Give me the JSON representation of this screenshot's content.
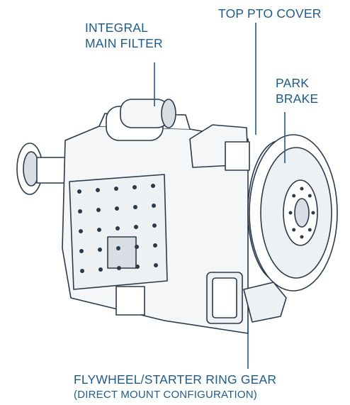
{
  "labels": {
    "integral_main_filter": [
      "INTEGRAL",
      "MAIN FILTER"
    ],
    "top_pto_cover": "TOP PTO COVER",
    "park_brake": [
      "PARK",
      "BRAKE"
    ],
    "flywheel": "FLYWHEEL/STARTER RING GEAR",
    "flywheel_sub": "(DIRECT MOUNT CONFIGURATION)"
  },
  "colors": {
    "label_text": "#1f5b8a",
    "leader_line": "#1f5b8a",
    "drawing_stroke": "#2b3a4a",
    "drawing_fill": "#ffffff",
    "drawing_shade": "#d9dee4"
  }
}
